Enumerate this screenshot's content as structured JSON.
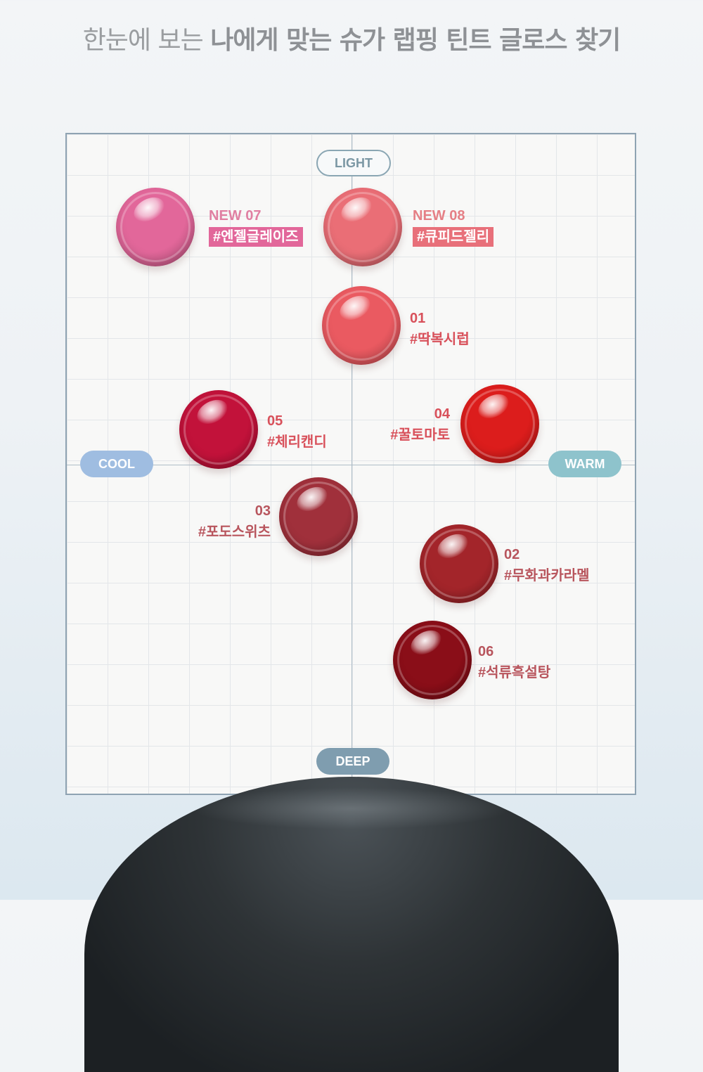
{
  "header": {
    "title_regular": "한눈에 보는",
    "title_bold": "나에게 맞는 슈가 랩핑 틴트 글로스 찾기"
  },
  "axes": {
    "top": "LIGHT",
    "bottom": "DEEP",
    "left": "COOL",
    "right": "WARM"
  },
  "shades": [
    {
      "id": "new07",
      "number": "NEW 07",
      "name": "#엔젤글레이즈",
      "color": "#e2679a",
      "tagged": true
    },
    {
      "id": "new08",
      "number": "NEW 08",
      "name": "#큐피드젤리",
      "color": "#ea6e76",
      "tagged": true
    },
    {
      "id": "s01",
      "number": "01",
      "name": "#딱복시럽",
      "color": "#ea5a61",
      "tagged": false
    },
    {
      "id": "s05",
      "number": "05",
      "name": "#체리캔디",
      "color": "#c2123a",
      "tagged": false
    },
    {
      "id": "s04",
      "number": "04",
      "name": "#꿀토마토",
      "color": "#dc1d1c",
      "tagged": false
    },
    {
      "id": "s03",
      "number": "03",
      "name": "#포도스위츠",
      "color": "#a0303b",
      "tagged": false
    },
    {
      "id": "s02",
      "number": "02",
      "name": "#무화과카라멜",
      "color": "#a3252a",
      "tagged": false
    },
    {
      "id": "s06",
      "number": "06",
      "name": "#석류흑설탕",
      "color": "#8a0e18",
      "tagged": false
    }
  ],
  "colors": {
    "label_pink": "#e07fa2",
    "label_coral": "#e57f85",
    "label_red": "#d8505a",
    "label_wine": "#b8555d",
    "tag_pink": "#e2679a",
    "tag_coral": "#e8707a"
  }
}
